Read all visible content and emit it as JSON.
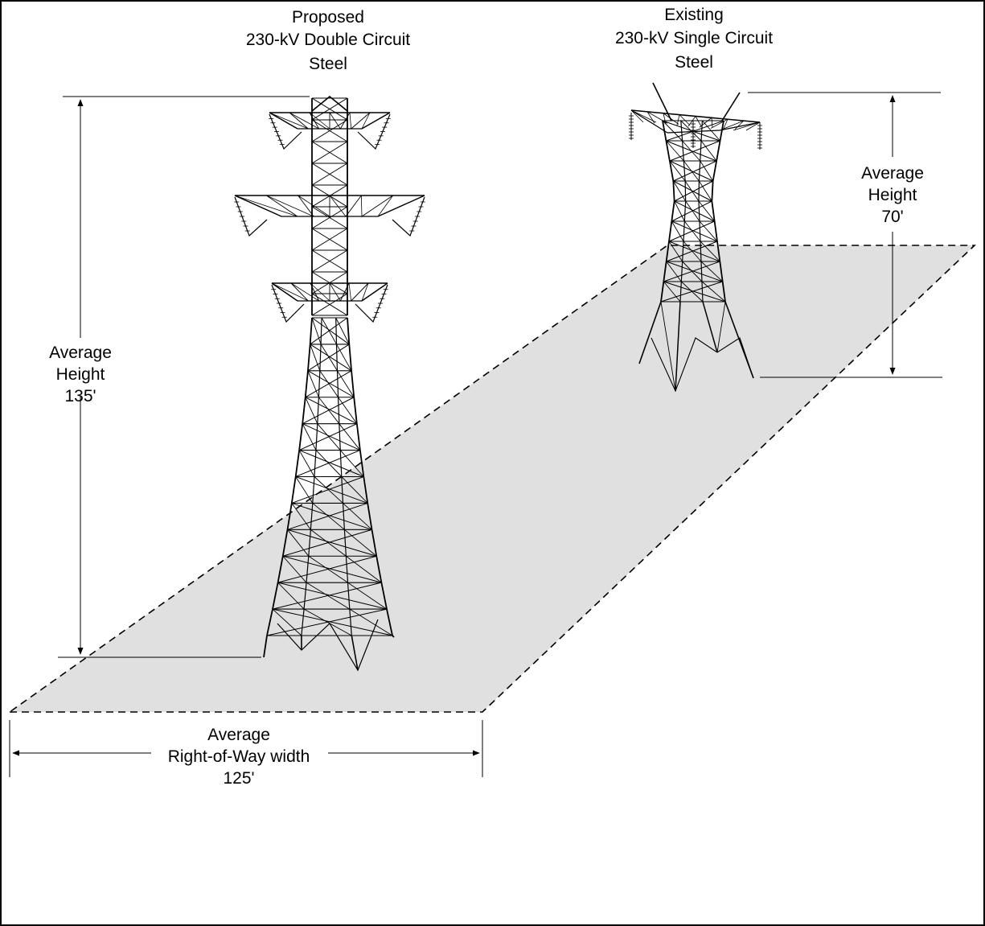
{
  "proposed_tower": {
    "title_line1": "Proposed",
    "title_line2": "230-kV Double Circuit",
    "title_line3": "Steel",
    "height_label_line1": "Average",
    "height_label_line2": "Height",
    "height_label_line3": "135'"
  },
  "existing_tower": {
    "title_line1": "Existing",
    "title_line2": "230-kV Single Circuit",
    "title_line3": "Steel",
    "height_label_line1": "Average",
    "height_label_line2": "Height",
    "height_label_line3": "70'"
  },
  "right_of_way": {
    "label_line1": "Average",
    "label_line2": "Right-of-Way width",
    "label_line3": "125'"
  },
  "colors": {
    "ground": "#e0e0e0",
    "line": "#000000",
    "background": "#ffffff"
  }
}
